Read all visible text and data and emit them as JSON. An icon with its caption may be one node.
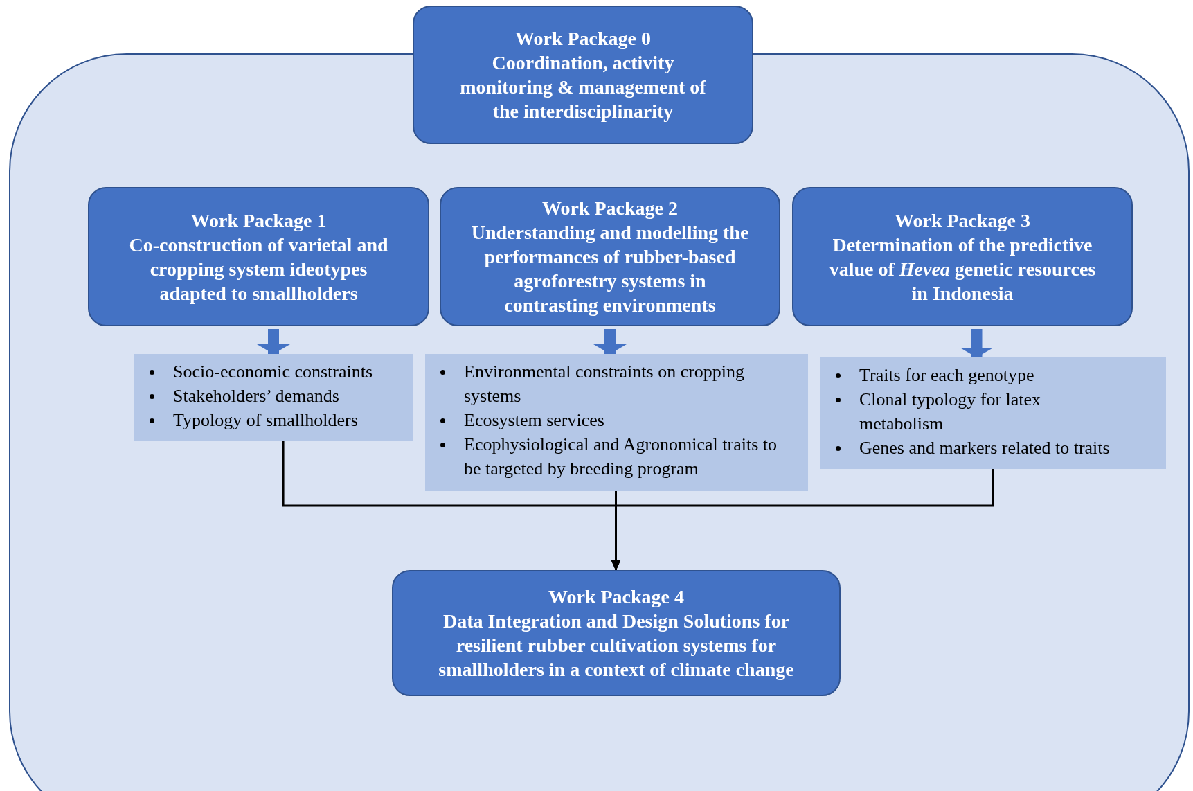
{
  "diagram": {
    "nodes": [
      {
        "text": [],
        "shape": "box"
      },
      {
        "text": [
          "Work Package 0",
          "Coordination, activity monitoring & management of the interdisciplinarity"
        ]
      },
      {
        "text": [
          "Work Package 1",
          "Co-construction of varietal and cropping system ideotypes adapted to smallholders"
        ],
        "in": 0
      },
      {
        "text": [
          "Work Package 2",
          "Understanding and modelling the performances of rubber-based agroforestry systems in contrasting environments"
        ],
        "in": 0
      },
      {
        "text": [
          "Work Package 3",
          "Determination of the predictive value of *Hevea* genetic resources in Indonesia"
        ],
        "in": 0
      },
      {
        "text": [
          "Socio-economic constraints",
          "Stakeholders’ demands",
          "Typology of smallholders"
        ],
        "in": 0
      },
      {
        "text": [
          "Environmental constraints on cropping systems",
          "Ecosystem services",
          "Ecophysiological and Agronomical traits to be targeted by breeding program"
        ],
        "in": 0
      },
      {
        "text": [
          "Traits for each genotype",
          "Clonal typology for latex metabolism",
          "Genes and markers related to traits"
        ],
        "in": 0
      },
      {
        "text": [
          "Work Package 4",
          "Data Integration and Design Solutions for resilient rubber cultivation systems for smallholders in a context of climate change"
        ],
        "in": 0
      }
    ],
    "edges": [
      {
        "from": 2,
        "to": 5,
        "arrow": "to",
        "style": "thick",
        "color": "#4472c4"
      },
      {
        "from": 3,
        "to": 6,
        "arrow": "to",
        "style": "thick",
        "color": "#4472c4"
      },
      {
        "from": 4,
        "to": 7,
        "arrow": "to",
        "style": "thick",
        "color": "#4472c4"
      },
      {
        "from": 5,
        "to": 8,
        "arrow": "to",
        "color": "#000000"
      },
      {
        "from": 6,
        "to": 8,
        "arrow": "to",
        "color": "#000000"
      },
      {
        "from": 7,
        "to": 8,
        "arrow": "to",
        "color": "#000000"
      }
    ]
  }
}
